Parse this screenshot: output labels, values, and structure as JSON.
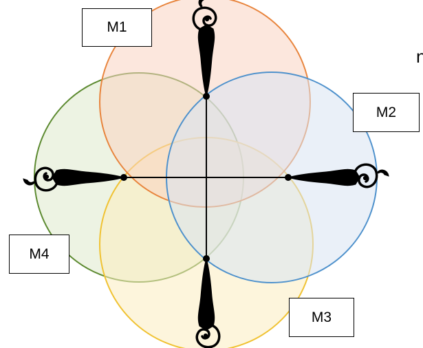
{
  "labels": {
    "m1": "M1",
    "m2": "M2",
    "m3": "M3",
    "m4": "M4"
  },
  "edge_text": "n",
  "colors": {
    "m1_stroke": "#e8843c",
    "m1_fill": "#f9d3c1",
    "m2_stroke": "#4e91cc",
    "m2_fill": "#d8e3f2",
    "m3_stroke": "#f0c232",
    "m3_fill": "#fcecc0",
    "m4_stroke": "#5c8a30",
    "m4_fill": "#dfeacc",
    "axis": "#000000",
    "ornament": "#000000"
  },
  "icons": {
    "ornaments": [
      "scroll-ornament-icon",
      "scroll-ornament-icon",
      "scroll-ornament-icon",
      "scroll-ornament-icon"
    ]
  }
}
